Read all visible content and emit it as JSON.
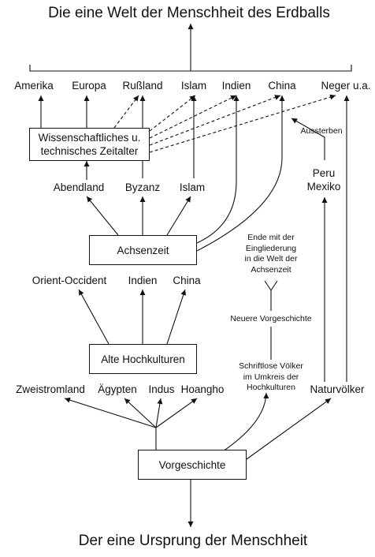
{
  "top_title": "Die eine Welt der Menschheit des Erdballs",
  "bottom_title": "Der eine Ursprung der Menschheit",
  "top_row": [
    "Amerika",
    "Europa",
    "Rußland",
    "Islam",
    "Indien",
    "China",
    "Neger u.a."
  ],
  "boxes": {
    "wissenschaft_line1": "Wissenschaftliches u.",
    "wissenschaft_line2": "technisches Zeitalter",
    "achsenzeit": "Achsenzeit",
    "hochkulturen": "Alte Hochkulturen",
    "vorgeschichte": "Vorgeschichte"
  },
  "after_axis_row": [
    "Abendland",
    "Byzanz",
    "Islam"
  ],
  "peru_mexico": [
    "Peru",
    "Mexiko"
  ],
  "aussterben": "Aussterben",
  "before_axis_row": [
    "Orient-Occident",
    "Indien",
    "China"
  ],
  "ende_note": [
    "Ende mit der",
    "Eingliederung",
    "in die Welt der",
    "Achsenzeit"
  ],
  "neuere_vorgeschichte": "Neuere Vorgeschichte",
  "schriftlose_note": [
    "Schriftlose Völker",
    "im Umkreis der",
    "Hochkulturen"
  ],
  "hochkultur_row": [
    "Zweistromland",
    "Ägypten",
    "Indus",
    "Hoangho"
  ],
  "naturvoelker": "Naturvölker"
}
